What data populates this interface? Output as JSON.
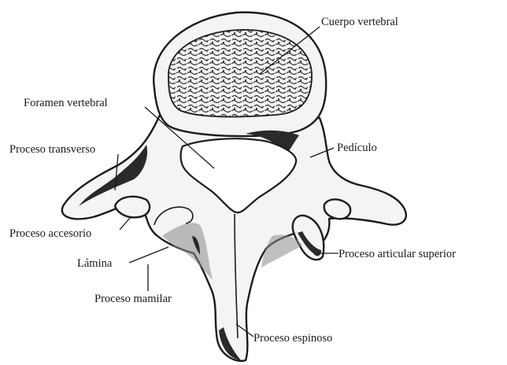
{
  "figure": {
    "labels": {
      "cuerpo_vertebral": "Cuerpo vertebral",
      "foramen_vertebral": "Foramen vertebral",
      "pediculo": "Pedículo",
      "proceso_transverso": "Proceso transverso",
      "proceso_accesorio": "Proceso accesorio",
      "lamina": "Lámina",
      "proceso_articular_superior": "Proceso articular superior",
      "proceso_mamilar": "Proceso mamilar",
      "proceso_espinoso": "Proceso espinoso"
    }
  }
}
